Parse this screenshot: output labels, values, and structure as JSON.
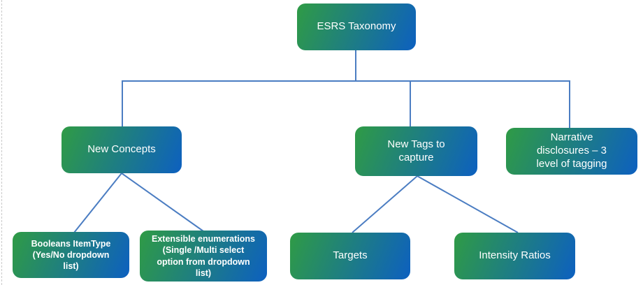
{
  "diagram": {
    "nodes": {
      "root": {
        "label": "ESRS Taxonomy"
      },
      "new_concepts": {
        "label": "New Concepts"
      },
      "new_tags": {
        "label": [
          "New Tags to",
          "capture"
        ]
      },
      "narrative": {
        "label": [
          "Narrative",
          "disclosures – 3",
          "level of tagging"
        ]
      },
      "booleans": {
        "label": [
          "Booleans ItemType",
          "(Yes/No dropdown",
          "list)"
        ]
      },
      "enumerations": {
        "label": [
          "Extensible enumerations",
          "(Single /Multi select",
          "option from dropdown",
          "list)"
        ]
      },
      "targets": {
        "label": "Targets"
      },
      "intensity_ratios": {
        "label": "Intensity Ratios"
      }
    },
    "colors": {
      "node_gradient_start": "#2f9b45",
      "node_gradient_end": "#0d60c0",
      "node_text": "#ffffff",
      "connector": "#4b7dc2",
      "edge_guide": "#c9c9c9"
    }
  }
}
